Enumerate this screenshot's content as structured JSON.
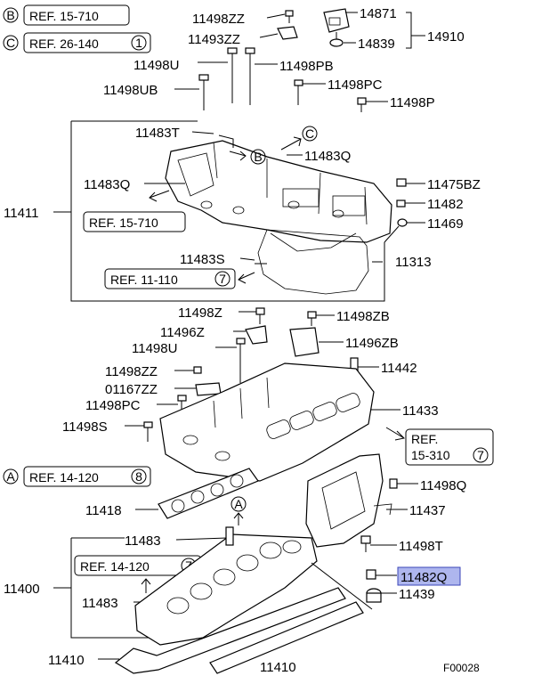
{
  "refs": {
    "b_ref": {
      "circle": "B",
      "text": "REF. 15-710"
    },
    "c_ref": {
      "circle": "C",
      "text": "REF. 26-140",
      "suffix": "1"
    },
    "a_ref": {
      "circle": "A",
      "text": "REF. 14-120",
      "suffix": "8"
    },
    "ref_15_710_inner": "REF. 15-710",
    "ref_11_110": {
      "text": "REF. 11-110",
      "suffix": "7"
    },
    "ref_15_310_line1": "REF.",
    "ref_15_310_line2": "15-310",
    "ref_15_310_suffix": "7",
    "ref_14_120_lower": {
      "text": "REF. 14-120",
      "suffix": "7"
    }
  },
  "markers": {
    "b": "B",
    "c": "C",
    "a": "A"
  },
  "labels": {
    "p11498ZZ_top": "11498ZZ",
    "p14871": "14871",
    "p11493ZZ": "11493ZZ",
    "p14839": "14839",
    "p14910": "14910",
    "p11498U_top": "11498U",
    "p11498PB": "11498PB",
    "p11498UB": "11498UB",
    "p11498PC_top": "11498PC",
    "p11498P": "11498P",
    "p11483T": "11483T",
    "p11483Q_right": "11483Q",
    "p11483Q_left": "11483Q",
    "p11411": "11411",
    "p11475BZ": "11475BZ",
    "p11482": "11482",
    "p11469": "11469",
    "p11483S": "11483S",
    "p11313": "11313",
    "p11498Z": "11498Z",
    "p11498ZB": "11498ZB",
    "p11496Z": "11496Z",
    "p11496ZB": "11496ZB",
    "p11498U_mid": "11498U",
    "p11442": "11442",
    "p11498ZZ_mid": "11498ZZ",
    "p01167ZZ": "01167ZZ",
    "p11498PC_mid": "11498PC",
    "p11433": "11433",
    "p11498S": "11498S",
    "p11498Q": "11498Q",
    "p11418": "11418",
    "p11437": "11437",
    "p11483": "11483",
    "p11498T": "11498T",
    "p11482Q": "11482Q",
    "p11400": "11400",
    "p11439": "11439",
    "p11483_lower": "11483",
    "p11410_left": "11410",
    "p11410_right": "11410",
    "figure_code": "F00028"
  },
  "highlight_color": "#aeb6ee"
}
